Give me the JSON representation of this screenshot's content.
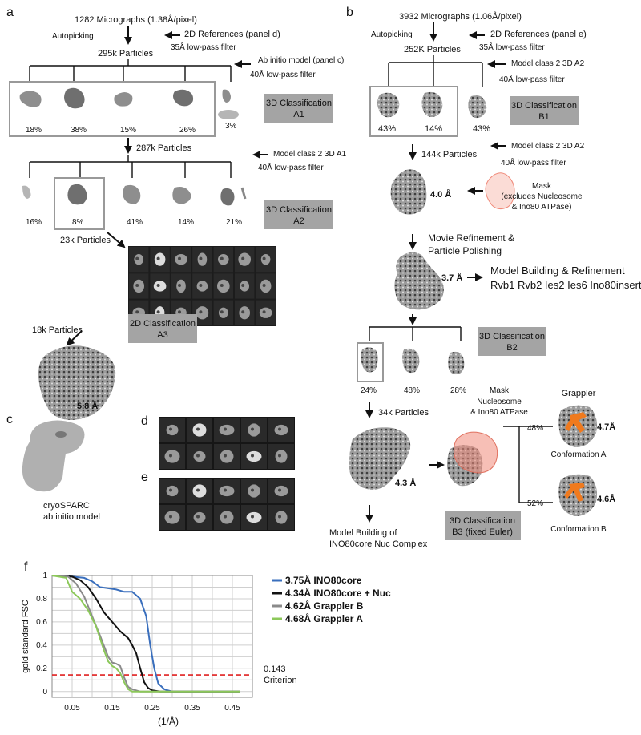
{
  "panel_labels": {
    "a": "a",
    "b": "b",
    "c": "c",
    "d": "d",
    "e": "e",
    "f": "f"
  },
  "panel_a": {
    "micrographs": "1282 Micrographs (1.38Å/pixel)",
    "autopicking": "Autopicking",
    "refs": "2D References (panel d)",
    "filter1": "35Å low-pass filter",
    "particles1": "295k Particles",
    "abinitio": "Ab initio model (panel c)",
    "filter2": "40Å low-pass filter",
    "classA1_pcts": [
      "18%",
      "38%",
      "15%",
      "26%",
      "3%"
    ],
    "classA1_label": [
      "3D Classification",
      "A1"
    ],
    "particles2": "287k Particles",
    "model2": "Model class 2 3D A1",
    "filter3": "40Å low-pass filter",
    "classA2_pcts": [
      "16%",
      "8%",
      "41%",
      "14%",
      "21%"
    ],
    "classA2_label": [
      "3D Classification",
      "A2"
    ],
    "particles3": "23k Particles",
    "particles4": "18k Particles",
    "classA3_label": [
      "2D Classification",
      "A3"
    ],
    "res": "5.8 Å"
  },
  "panel_b": {
    "micrographs": "3932 Micrographs (1.06Å/pixel)",
    "autopicking": "Autopicking",
    "refs": "2D References (panel e)",
    "filter1": "35Å low-pass filter",
    "particles1": "252K Particles",
    "model1": "Model class 2 3D A2",
    "filter2": "40Å low-pass filter",
    "classB1_pcts": [
      "43%",
      "14%",
      "43%"
    ],
    "classB1_label": [
      "3D Classification",
      "B1"
    ],
    "particles2": "144k Particles",
    "model2": "Model class 2 3D A2",
    "filter3": "40Å low-pass filter",
    "res1": "4.0 Å",
    "mask1": [
      "Mask",
      "(excludes Nucleosome",
      "& Ino80 ATPase)"
    ],
    "movie": [
      "Movie Refinement &",
      "Particle Polishing"
    ],
    "res2": "3.7 Å",
    "building1": [
      "Model Building & Refinement",
      "Rvb1 Rvb2 Ies2 Ies6 Ino80insert"
    ],
    "classB2_label": [
      "3D Classification",
      "B2"
    ],
    "classB2_pcts": [
      "24%",
      "48%",
      "28%"
    ],
    "particles3": "34k Particles",
    "mask2": [
      "Mask",
      "Nucleosome",
      "& Ino80 ATPase"
    ],
    "grappler": "Grappler",
    "res3": "4.3 Å",
    "branch_pcts": [
      "48%",
      "52%"
    ],
    "resA": "4.7Å",
    "confA": "Conformation A",
    "resB": "4.6Å",
    "confB": "Conformation B",
    "classB3_label": [
      "3D Classification",
      "B3 (fixed Euler)"
    ],
    "building2": [
      "Model Building of",
      "INO80core Nuc Complex"
    ]
  },
  "panel_c": {
    "caption": [
      "cryoSPARC",
      "ab initio model"
    ]
  },
  "chart_data": {
    "type": "line",
    "xlabel": "(1/Å)",
    "ylabel": "gold standard FSC",
    "xlim": [
      0,
      0.5
    ],
    "ylim": [
      -0.05,
      1.0
    ],
    "xticks": [
      "0.05",
      "0.15",
      "0.25",
      "0.35",
      "0.45"
    ],
    "yticks": [
      "0",
      "0.2",
      "0.4",
      "0.6",
      "0.8",
      "1"
    ],
    "threshold": {
      "y": 0.143,
      "label": [
        "0.143",
        "Criterion"
      ],
      "color": "#e02020"
    },
    "legend_position": "right",
    "series": [
      {
        "name": "3.75Å INO80core",
        "color": "#3a6fbd",
        "x": [
          0.0,
          0.05,
          0.08,
          0.1,
          0.12,
          0.14,
          0.16,
          0.18,
          0.2,
          0.22,
          0.235,
          0.245,
          0.255,
          0.265,
          0.28,
          0.3,
          0.35,
          0.4,
          0.45,
          0.47
        ],
        "y": [
          1.0,
          0.99,
          0.98,
          0.95,
          0.9,
          0.89,
          0.88,
          0.86,
          0.86,
          0.8,
          0.65,
          0.4,
          0.2,
          0.07,
          0.02,
          0.0,
          0.0,
          0.0,
          0.0,
          0.0
        ]
      },
      {
        "name": "4.34Å INO80core + Nuc",
        "color": "#111111",
        "x": [
          0.0,
          0.05,
          0.07,
          0.09,
          0.11,
          0.13,
          0.15,
          0.17,
          0.19,
          0.2,
          0.21,
          0.22,
          0.23,
          0.24,
          0.25,
          0.27,
          0.3,
          0.35,
          0.4,
          0.47
        ],
        "y": [
          1.0,
          0.99,
          0.96,
          0.9,
          0.8,
          0.68,
          0.6,
          0.52,
          0.46,
          0.4,
          0.33,
          0.2,
          0.08,
          0.03,
          0.01,
          0.0,
          0.0,
          0.0,
          0.0,
          0.0
        ]
      },
      {
        "name": "4.62Å Grappler B",
        "color": "#8a8a8a",
        "x": [
          0.0,
          0.04,
          0.06,
          0.08,
          0.1,
          0.12,
          0.14,
          0.15,
          0.16,
          0.17,
          0.18,
          0.19,
          0.2,
          0.21,
          0.22,
          0.25,
          0.3,
          0.35,
          0.4,
          0.47
        ],
        "y": [
          1.0,
          0.99,
          0.93,
          0.82,
          0.65,
          0.48,
          0.3,
          0.25,
          0.24,
          0.22,
          0.12,
          0.04,
          0.02,
          0.01,
          0.0,
          0.0,
          0.0,
          0.0,
          0.0,
          0.0
        ]
      },
      {
        "name": "4.68Å Grappler A",
        "color": "#8cc85a",
        "x": [
          0.0,
          0.035,
          0.05,
          0.07,
          0.09,
          0.11,
          0.13,
          0.14,
          0.15,
          0.16,
          0.17,
          0.18,
          0.19,
          0.2,
          0.21,
          0.25,
          0.3,
          0.35,
          0.4,
          0.47
        ],
        "y": [
          1.0,
          0.98,
          0.86,
          0.8,
          0.7,
          0.56,
          0.35,
          0.26,
          0.22,
          0.2,
          0.16,
          0.08,
          0.02,
          0.0,
          0.0,
          0.0,
          0.0,
          0.0,
          0.0,
          0.0
        ]
      }
    ]
  },
  "colors": {
    "class_box": "#a4a4a4",
    "mask": "#f08a7a",
    "grappler": "#f07a1e"
  }
}
